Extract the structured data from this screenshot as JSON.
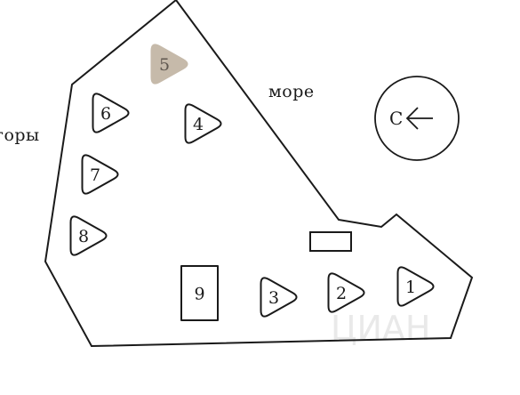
{
  "labels": {
    "sea": "море",
    "mountains": "горы"
  },
  "compass": {
    "letter": "С"
  },
  "watermark": "ЦИАН",
  "plots": [
    {
      "number": "5",
      "shape": "triangle",
      "highlighted": true
    },
    {
      "number": "6",
      "shape": "triangle",
      "highlighted": false
    },
    {
      "number": "4",
      "shape": "triangle",
      "highlighted": false
    },
    {
      "number": "7",
      "shape": "triangle",
      "highlighted": false
    },
    {
      "number": "8",
      "shape": "triangle",
      "highlighted": false
    },
    {
      "number": "9",
      "shape": "rectangle",
      "highlighted": false
    },
    {
      "number": "3",
      "shape": "triangle",
      "highlighted": false
    },
    {
      "number": "2",
      "shape": "triangle",
      "highlighted": false
    },
    {
      "number": "1",
      "shape": "triangle",
      "highlighted": false
    }
  ],
  "colors": {
    "highlight": "#c6baaa",
    "line": "#1a1a1a",
    "background": "#ffffff"
  }
}
